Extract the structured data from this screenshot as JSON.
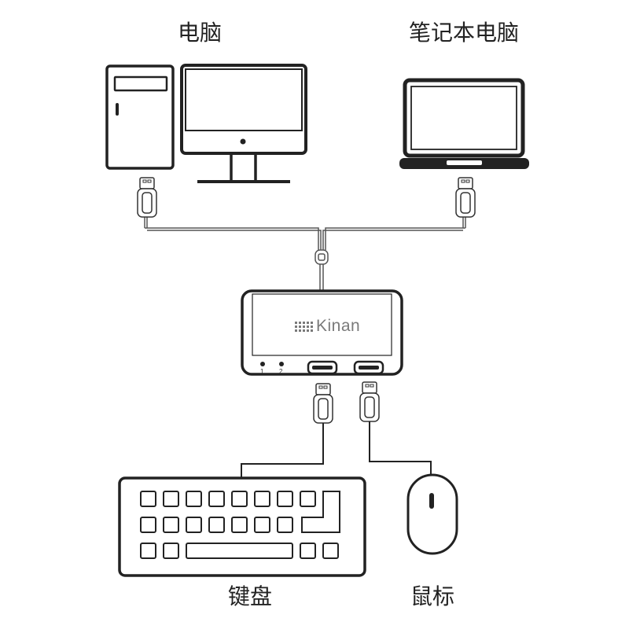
{
  "labels": {
    "desktop": "电脑",
    "laptop": "笔记本电脑",
    "keyboard": "键盘",
    "mouse": "鼠标"
  },
  "switch": {
    "brand": "Kinan",
    "port_1": "1",
    "port_2": "2"
  },
  "colors": {
    "stroke": "#222222",
    "cable": "#555555",
    "brand_text": "#7a7a7a",
    "background": "#ffffff"
  },
  "icons": [
    "desktop-tower-icon",
    "monitor-icon",
    "laptop-icon",
    "usb-plug-icon",
    "kvm-switch-icon",
    "keyboard-icon",
    "mouse-icon"
  ]
}
